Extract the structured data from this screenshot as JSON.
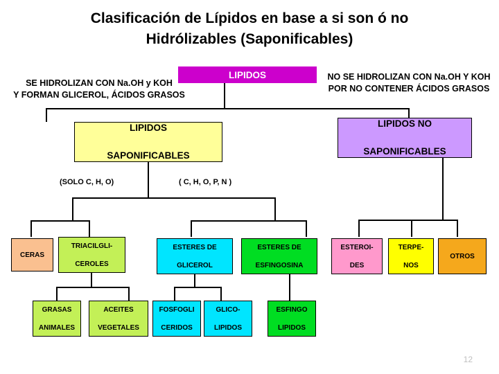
{
  "slide": {
    "title_line1": "Clasificación de Lípidos en base a si son ó no",
    "title_line2": "Hidrólizables  (Saponificables)",
    "page_number": "12"
  },
  "annotations": {
    "left_line1": "SE HIDROLIZAN CON Na.OH y KOH",
    "left_line2": "Y FORMAN GLICEROL,  ÁCIDOS GRASOS",
    "right_line1": "NO SE HIDROLIZAN CON Na.OH Y KOH",
    "right_line2": "POR NO CONTENER ÁCIDOS GRASOS",
    "sub_left": "(SOLO C, H, O)",
    "sub_right": "( C, H, O, P, N )"
  },
  "nodes": {
    "root": {
      "label": "LIPIDOS",
      "color": "#CC00CC"
    },
    "saponificables": {
      "line1": "LIPIDOS",
      "line2": "SAPONIFICABLES",
      "color": "#FFFF99"
    },
    "no_saponificables": {
      "line1": "LIPIDOS NO",
      "line2": "SAPONIFICABLES",
      "color": "#CC99FF"
    },
    "ceras": {
      "line1": "CERAS",
      "line2": "",
      "color": "#FAC090"
    },
    "triacilgliceroles": {
      "line1": "TRIACILGLI-",
      "line2": "CEROLES",
      "color": "#C3F057"
    },
    "esteres_glicerol": {
      "line1": "ESTERES DE",
      "line2": "GLICEROL",
      "color": "#00E5FF"
    },
    "esteres_esfingosina": {
      "line1": "ESTERES DE",
      "line2": "ESFINGOSINA",
      "color": "#00DD22"
    },
    "esteroides": {
      "line1": "ESTEROI-",
      "line2": "DES",
      "color": "#FF99CC"
    },
    "terpenos": {
      "line1": "TERPE-",
      "line2": "NOS",
      "color": "#FFFF00"
    },
    "otros": {
      "line1": "OTROS",
      "line2": "",
      "color": "#F5A81C"
    },
    "grasas_animales": {
      "line1": "GRASAS",
      "line2": "ANIMALES",
      "color": "#C3F057"
    },
    "aceites_vegetales": {
      "line1": "ACEITES",
      "line2": "VEGETALES",
      "color": "#C3F057"
    },
    "fosfogliceridos": {
      "line1": "FOSFOGLI",
      "line2": "CERIDOS",
      "color": "#00E5FF"
    },
    "glicolipidos": {
      "line1": "GLICO-",
      "line2": "LIPIDOS",
      "color": "#00E5FF"
    },
    "esfingolipidos": {
      "line1": "ESFINGO",
      "line2": "LIPIDOS",
      "color": "#00DD22"
    }
  }
}
